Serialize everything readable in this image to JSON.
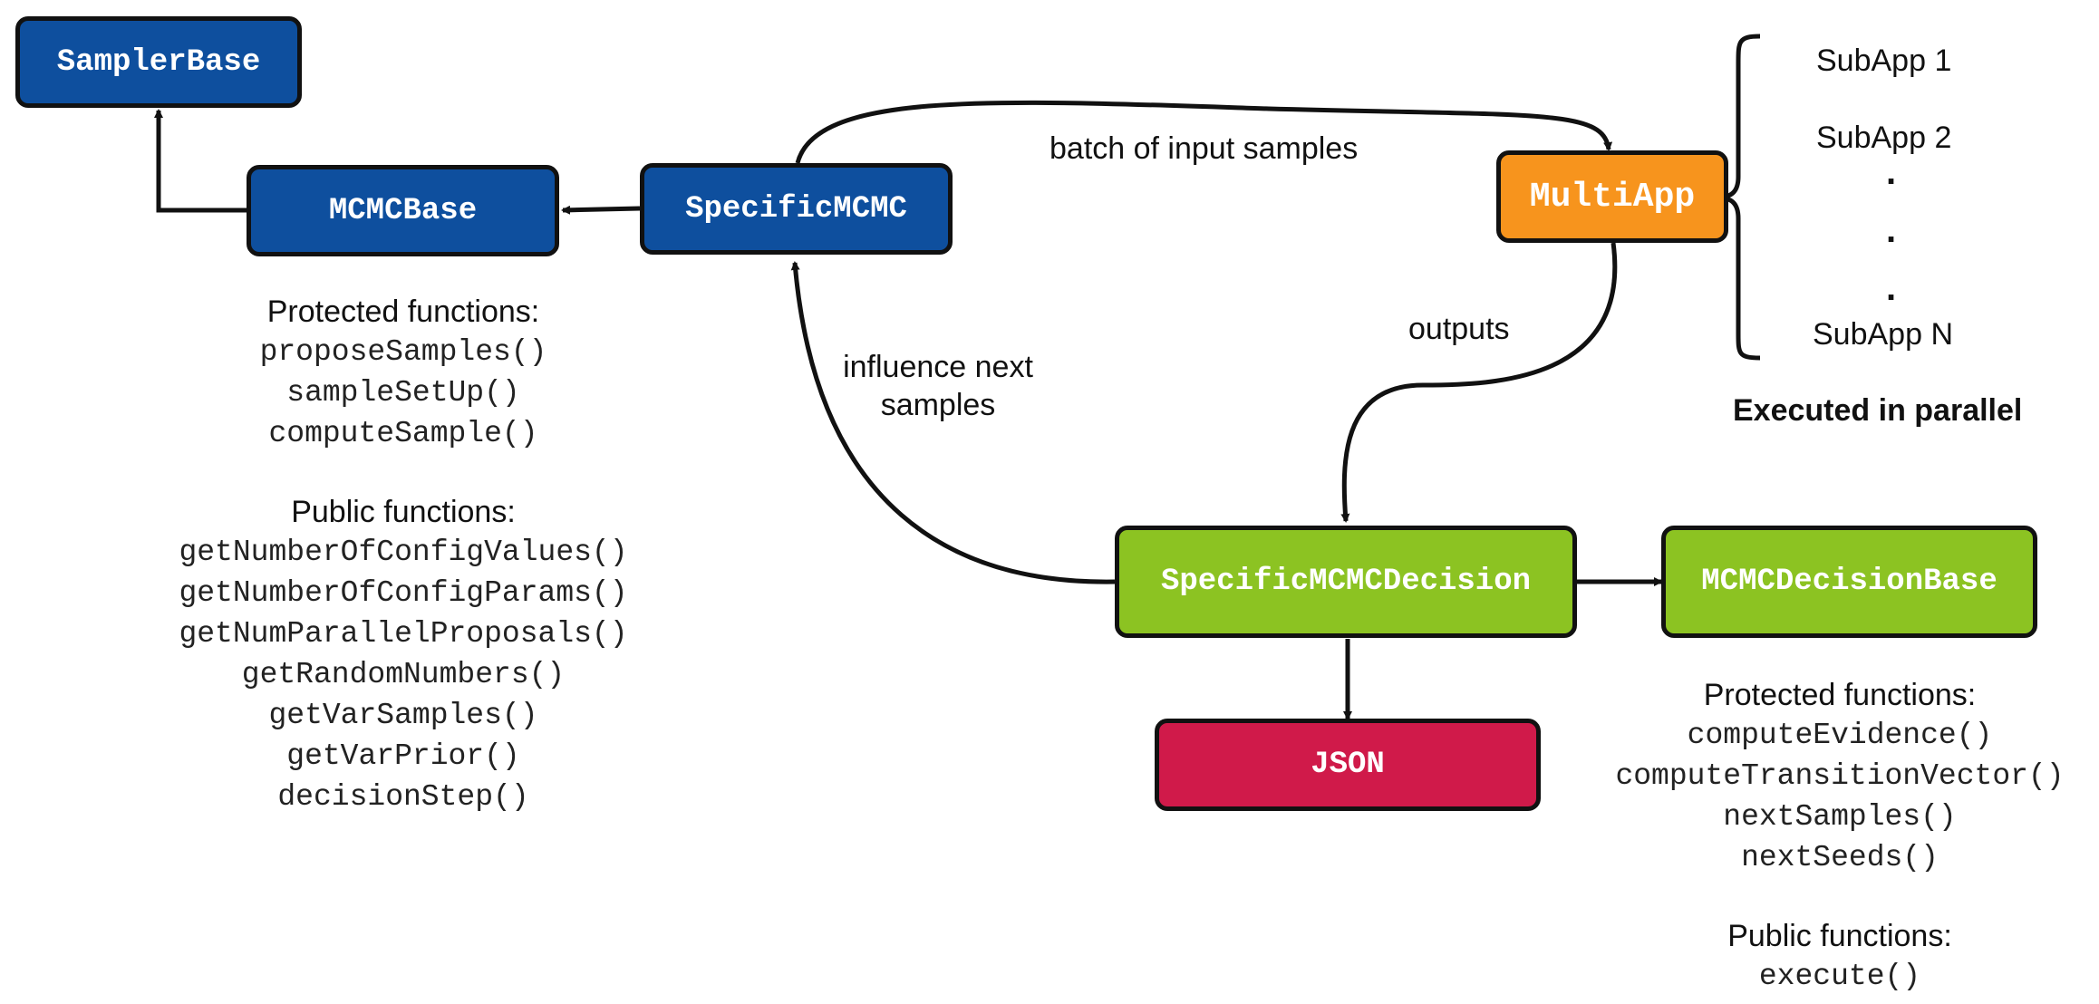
{
  "boxes": {
    "sampler_base": "SamplerBase",
    "mcmc_base": "MCMCBase",
    "specific_mcmc": "SpecificMCMC",
    "multiapp": "MultiApp",
    "specific_decision": "SpecificMCMCDecision",
    "decision_base": "MCMCDecisionBase",
    "json": "JSON"
  },
  "edges": {
    "batch": "batch of input samples",
    "outputs": "outputs",
    "influence_line1": "influence next",
    "influence_line2": "samples"
  },
  "subapps": {
    "items": [
      "SubApp 1",
      "SubApp 2",
      "SubApp N"
    ],
    "parallel_note": "Executed in parallel"
  },
  "mcmc_functions": {
    "protected_title": "Protected functions:",
    "protected": [
      "proposeSamples()",
      "sampleSetUp()",
      "computeSample()"
    ],
    "public_title": "Public functions:",
    "public": [
      "getNumberOfConfigValues()",
      "getNumberOfConfigParams()",
      "getNumParallelProposals()",
      "getRandomNumbers()",
      "getVarSamples()",
      "getVarPrior()",
      "decisionStep()"
    ]
  },
  "decision_functions": {
    "protected_title": "Protected functions:",
    "protected": [
      "computeEvidence()",
      "computeTransitionVector()",
      "nextSamples()",
      "nextSeeds()"
    ],
    "public_title": "Public functions:",
    "public": [
      "execute()"
    ]
  },
  "colors": {
    "blue": "#0e4f9e",
    "orange": "#f7941d",
    "green": "#8cc322",
    "red": "#d01a4a"
  }
}
